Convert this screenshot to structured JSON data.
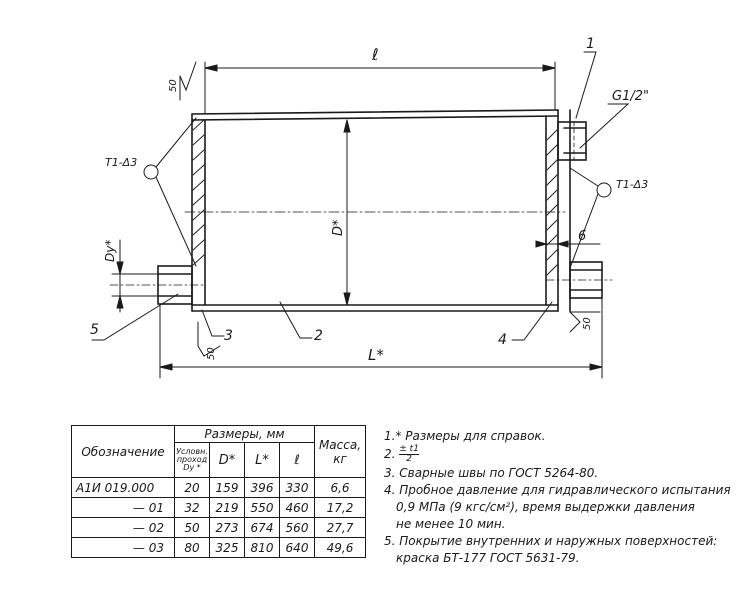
{
  "drawing": {
    "dim_l": "ℓ",
    "dim_L": "L*",
    "dim_D": "D*",
    "dim_Dy": "Dу*",
    "dim_6": "6",
    "thread": "G1/2\"",
    "weld_left": "Т1-Δ3",
    "weld_right": "Т1-Δ3",
    "rough_top": "50",
    "rough_bottom_left": "50",
    "rough_bottom_right": "50",
    "callout_1": "1",
    "callout_2": "2",
    "callout_3": "3",
    "callout_4": "4",
    "callout_5": "5"
  },
  "table": {
    "header_designation": "Обозначение",
    "header_dimensions": "Размеры, мм",
    "header_mass": "Масса,",
    "header_mass_unit": "кг",
    "sub_dn_line1": "Условн.",
    "sub_dn_line2": "проход",
    "sub_dn_line3": "Dу *",
    "sub_D": "D*",
    "sub_L": "L*",
    "sub_l": "ℓ",
    "rows": [
      {
        "designation": "А1И 019.000",
        "dn": "20",
        "D": "159",
        "L": "396",
        "l": "330",
        "mass": "6,6"
      },
      {
        "designation": "— 01",
        "dn": "32",
        "D": "219",
        "L": "550",
        "l": "460",
        "mass": "17,2"
      },
      {
        "designation": "— 02",
        "dn": "50",
        "D": "273",
        "L": "674",
        "l": "560",
        "mass": "27,7"
      },
      {
        "designation": "— 03",
        "dn": "80",
        "D": "325",
        "L": "810",
        "l": "640",
        "mass": "49,6"
      }
    ]
  },
  "notes": {
    "n1": "1.* Размеры для справок.",
    "n2_prefix": "2.",
    "n2_num": "± t1",
    "n2_den": "2",
    "n3": "3. Сварные швы по ГОСТ 5264-80.",
    "n4_l1": "4. Пробное давление для гидравлического испытания",
    "n4_l2": "0,9 МПа (9 кгс/см²), время выдержки давления",
    "n4_l3": "не менее 10 мин.",
    "n5_l1": "5. Покрытие внутренних и наружных поверхностей:",
    "n5_l2": "краска БТ-177 ГОСТ 5631-79."
  }
}
